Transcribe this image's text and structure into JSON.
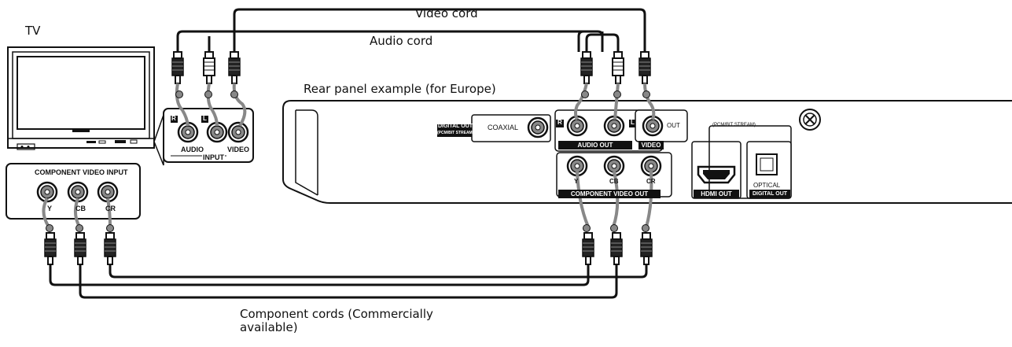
{
  "labels": {
    "tv": "TV",
    "video_cord": "Video cord",
    "audio_cord": "Audio cord",
    "rear_panel": "Rear panel example (for Europe)",
    "component_cords": "Component cords (Commercially available)"
  },
  "tv_panel": {
    "r": "R",
    "l": "L",
    "audio": "AUDIO",
    "video": "VIDEO",
    "input": "INPUT",
    "component_title": "COMPONENT VIDEO INPUT",
    "y": "Y",
    "cb": "CB",
    "cr": "CR"
  },
  "player_panel": {
    "digital_out": "DIGITAL OUT",
    "pcm_bitstream": "(PCM/BIT STREAM)",
    "coaxial": "COAXIAL",
    "r": "R",
    "l": "L",
    "audio_out": "AUDIO OUT",
    "video": "VIDEO",
    "out": "OUT",
    "pcm_bitstream_2": "(PCM/BIT STREAM)",
    "y": "Y",
    "cb": "CB",
    "cr": "CR",
    "component_video_out": "COMPONENT VIDEO OUT",
    "hdmi_out": "HDMI OUT",
    "optical": "OPTICAL",
    "digital_out_2": "DIGITAL OUT"
  }
}
